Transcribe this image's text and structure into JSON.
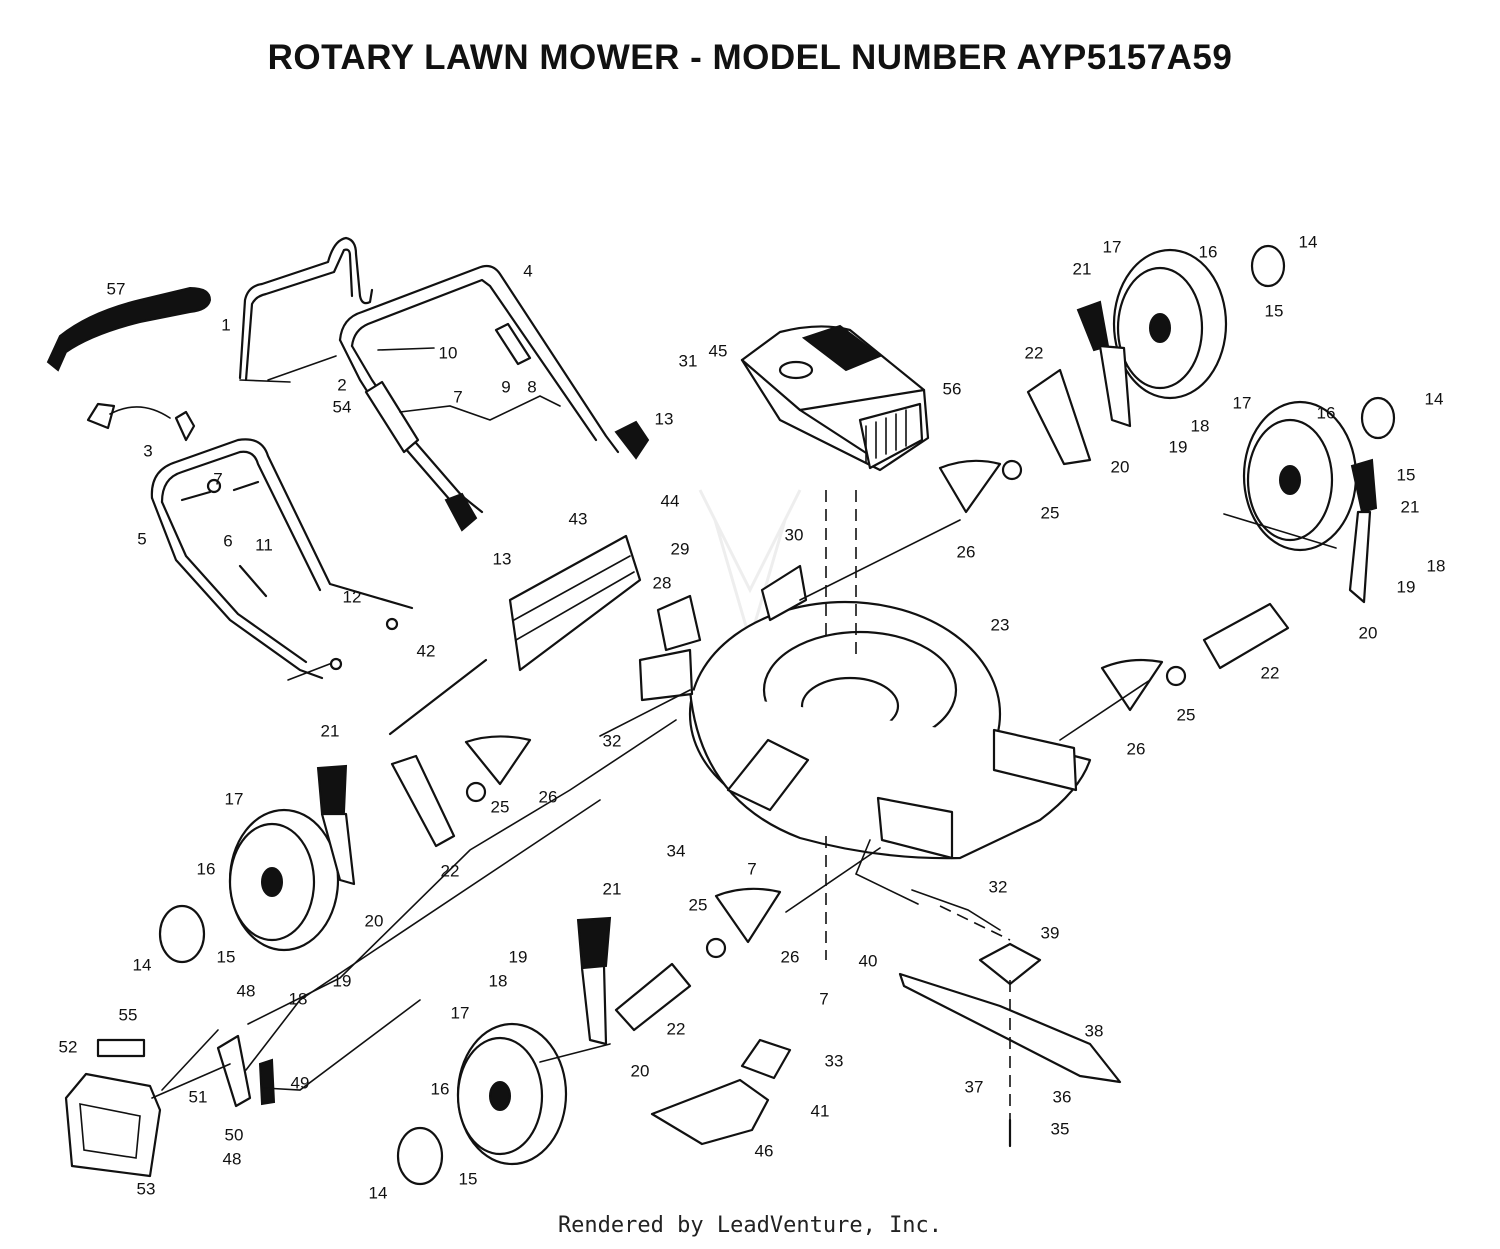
{
  "title": "ROTARY LAWN MOWER - MODEL NUMBER AYP5157A59",
  "footer": "Rendered by LeadVenture, Inc.",
  "callouts": [
    {
      "n": "57"
    },
    {
      "n": "1"
    },
    {
      "n": "4"
    },
    {
      "n": "10"
    },
    {
      "n": "2"
    },
    {
      "n": "7"
    },
    {
      "n": "9"
    },
    {
      "n": "8"
    },
    {
      "n": "54"
    },
    {
      "n": "13"
    },
    {
      "n": "3"
    },
    {
      "n": "7"
    },
    {
      "n": "6"
    },
    {
      "n": "5"
    },
    {
      "n": "11"
    },
    {
      "n": "12"
    },
    {
      "n": "13"
    },
    {
      "n": "43"
    },
    {
      "n": "44"
    },
    {
      "n": "42"
    },
    {
      "n": "28"
    },
    {
      "n": "29"
    },
    {
      "n": "30"
    },
    {
      "n": "31"
    },
    {
      "n": "45"
    },
    {
      "n": "56"
    },
    {
      "n": "17"
    },
    {
      "n": "21"
    },
    {
      "n": "16"
    },
    {
      "n": "14"
    },
    {
      "n": "15"
    },
    {
      "n": "22"
    },
    {
      "n": "18"
    },
    {
      "n": "19"
    },
    {
      "n": "20"
    },
    {
      "n": "17"
    },
    {
      "n": "16"
    },
    {
      "n": "14"
    },
    {
      "n": "15"
    },
    {
      "n": "21"
    },
    {
      "n": "18"
    },
    {
      "n": "19"
    },
    {
      "n": "20"
    },
    {
      "n": "22"
    },
    {
      "n": "25"
    },
    {
      "n": "26"
    },
    {
      "n": "23"
    },
    {
      "n": "25"
    },
    {
      "n": "26"
    },
    {
      "n": "21"
    },
    {
      "n": "17"
    },
    {
      "n": "32"
    },
    {
      "n": "26"
    },
    {
      "n": "25"
    },
    {
      "n": "22"
    },
    {
      "n": "16"
    },
    {
      "n": "20"
    },
    {
      "n": "34"
    },
    {
      "n": "7"
    },
    {
      "n": "32"
    },
    {
      "n": "14"
    },
    {
      "n": "15"
    },
    {
      "n": "19"
    },
    {
      "n": "18"
    },
    {
      "n": "48"
    },
    {
      "n": "55"
    },
    {
      "n": "52"
    },
    {
      "n": "51"
    },
    {
      "n": "49"
    },
    {
      "n": "50"
    },
    {
      "n": "48"
    },
    {
      "n": "53"
    },
    {
      "n": "21"
    },
    {
      "n": "19"
    },
    {
      "n": "18"
    },
    {
      "n": "17"
    },
    {
      "n": "22"
    },
    {
      "n": "20"
    },
    {
      "n": "16"
    },
    {
      "n": "14"
    },
    {
      "n": "15"
    },
    {
      "n": "25"
    },
    {
      "n": "26"
    },
    {
      "n": "40"
    },
    {
      "n": "39"
    },
    {
      "n": "7"
    },
    {
      "n": "33"
    },
    {
      "n": "38"
    },
    {
      "n": "41"
    },
    {
      "n": "37"
    },
    {
      "n": "36"
    },
    {
      "n": "35"
    },
    {
      "n": "46"
    }
  ]
}
